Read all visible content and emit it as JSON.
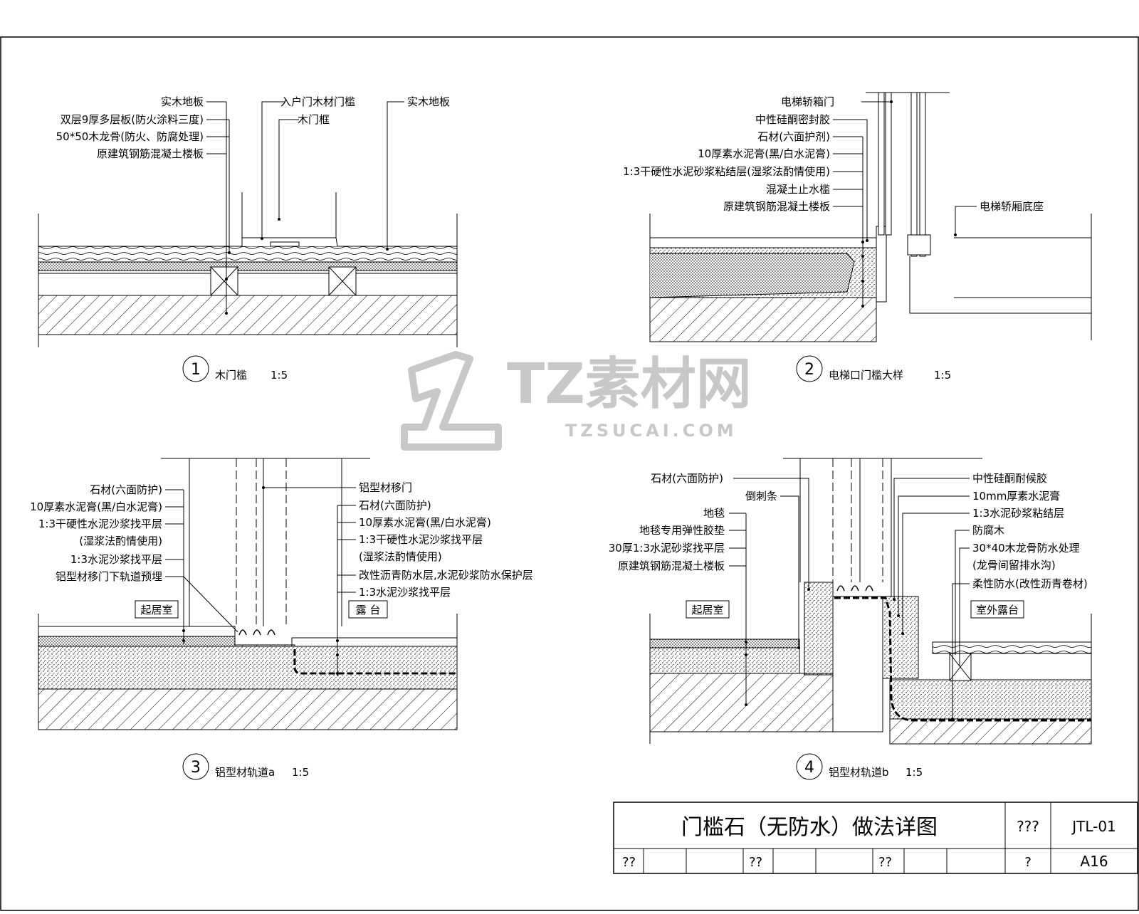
{
  "watermark": {
    "brand": "TZ素材网",
    "url": "TZSUCAI.COM"
  },
  "detail1": {
    "number": "1",
    "title": "木门槛",
    "scale": "1:5",
    "labels": {
      "l1": "实木地板",
      "l2": "双层9厚多层板(防火涂料三度)",
      "l3": "50*50木龙骨(防火、防腐处理)",
      "l4": "原建筑钢筋混凝土楼板",
      "m1": "入户门木材门槛",
      "m2": "木门框",
      "r1": "实木地板"
    }
  },
  "detail2": {
    "number": "2",
    "title": "电梯口门槛大样",
    "scale": "1:5",
    "labels": {
      "l1": "电梯轿箱门",
      "l2": "中性硅酮密封胶",
      "l3": "石材(六面护剂)",
      "l4": "10厚素水泥膏(黑/白水泥膏)",
      "l5": "1:3干硬性水泥砂浆粘结层(湿浆法酌情使用)",
      "l6": "混凝土止水槛",
      "l7": "原建筑钢筋混凝土楼板",
      "r1": "电梯轿厢底座"
    }
  },
  "detail3": {
    "number": "3",
    "title": "铝型材轨道a",
    "scale": "1:5",
    "room_left": "起居室",
    "room_right": "露 台",
    "labels": {
      "l1": "石材(六面防护)",
      "l2": "10厚素水泥膏(黑/白水泥膏)",
      "l3": "1:3干硬性水泥沙浆找平层",
      "l3b": "(湿浆法酌情使用)",
      "l4": "1:3水泥沙浆找平层",
      "l5": "铝型材移门下轨道预埋",
      "r1": "铝型材移门",
      "r2": "石材(六面防护)",
      "r3": "10厚素水泥膏(黑/白水泥膏)",
      "r4": "1:3干硬性水泥沙浆找平层",
      "r4b": "(湿浆法酌情使用)",
      "r5": "改性沥青防水层,水泥砂浆防水保护层",
      "r6": "1:3水泥沙浆找平层"
    }
  },
  "detail4": {
    "number": "4",
    "title": "铝型材轨道b",
    "scale": "1:5",
    "room_left": "起居室",
    "room_right": "室外露台",
    "labels": {
      "l1": "石材(六面防护)",
      "l2": "倒刺条",
      "l3": "地毯",
      "l4": "地毯专用弹性胶垫",
      "l5": "30厚1:3水泥砂浆找平层",
      "l6": "原建筑钢筋混凝土楼板",
      "r1": "中性硅酮耐候胶",
      "r2": "10mm厚素水泥膏",
      "r3": "1:3水泥砂浆粘结层",
      "r4": "防腐木",
      "r5": "30*40木龙骨防水处理",
      "r5b": "(龙骨间留排水沟)",
      "r6": "柔性防水(改性沥青卷材)"
    }
  },
  "titleblock": {
    "title": "门槛石（无防水）做法详图",
    "q3": "???",
    "code": "JTL-01",
    "c1": "??",
    "c2": "??",
    "c3": "??",
    "c4": "?",
    "sheet": "A16"
  },
  "colors": {
    "ink": "#000000",
    "watermark": "#c8c8c8"
  }
}
